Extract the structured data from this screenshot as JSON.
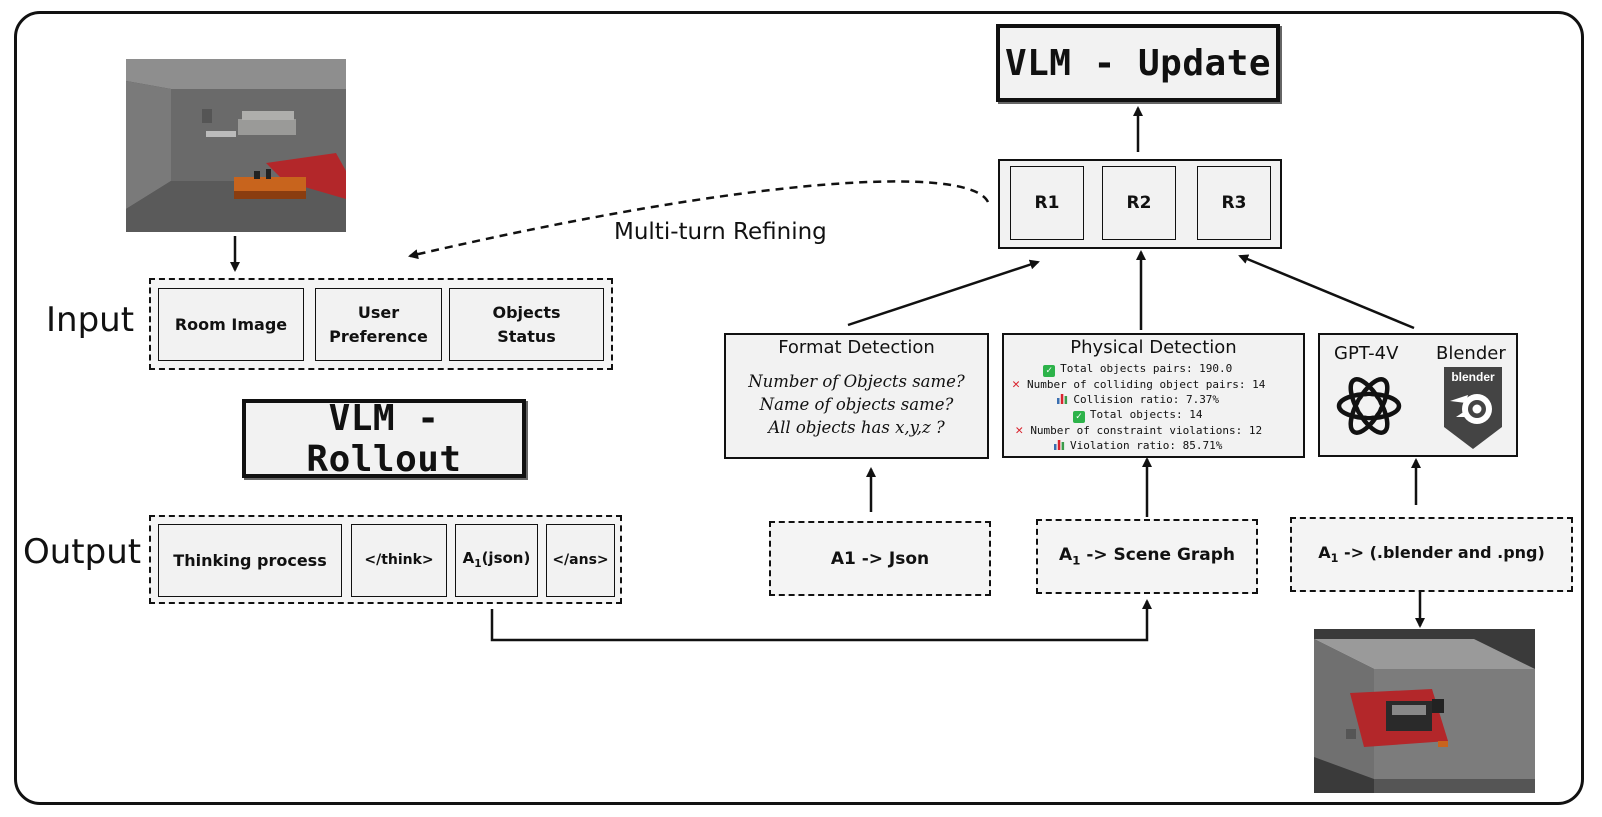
{
  "update": {
    "title": "VLM - Update"
  },
  "rewards": [
    "R1",
    "R2",
    "R3"
  ],
  "refine_label": "Multi-turn Refining",
  "input": {
    "label": "Input",
    "items": [
      "Room Image",
      "User\nPreference",
      "Objects\nStatus"
    ]
  },
  "rollout": {
    "title": "VLM - Rollout"
  },
  "output": {
    "label": "Output",
    "items": [
      "Thinking process",
      "</think>",
      "A1(json)",
      "</ans>"
    ]
  },
  "format_detection": {
    "title": "Format Detection",
    "lines": [
      "Number of Objects same?",
      "Name of objects same?",
      "All objects has x,y,z ?"
    ]
  },
  "physical_detection": {
    "title": "Physical Detection",
    "lines": [
      {
        "icon": "check",
        "text": "Total objects pairs: 190.0"
      },
      {
        "icon": "cross",
        "text": "Number of colliding object pairs: 14"
      },
      {
        "icon": "chart",
        "text": "Collision ratio: 7.37%"
      },
      {
        "icon": "check",
        "text": "Total objects: 14"
      },
      {
        "icon": "cross",
        "text": "Number of constraint violations: 12"
      },
      {
        "icon": "chart",
        "text": "Violation ratio: 85.71%"
      }
    ]
  },
  "render": {
    "gpt_label": "GPT-4V",
    "blender_label": "Blender",
    "blender_logo_text": "blender"
  },
  "conversions": {
    "json": "A1 -> Json",
    "scene_graph": "A1 -> Scene Graph",
    "blender": "A1 -> (.blender and .png)"
  },
  "colors": {
    "stroke": "#111111",
    "box_fill": "#f2f2f2",
    "rug": "#b3272a",
    "furniture": "#c8641d",
    "check": "#2db34a",
    "cross": "#d9232e"
  }
}
